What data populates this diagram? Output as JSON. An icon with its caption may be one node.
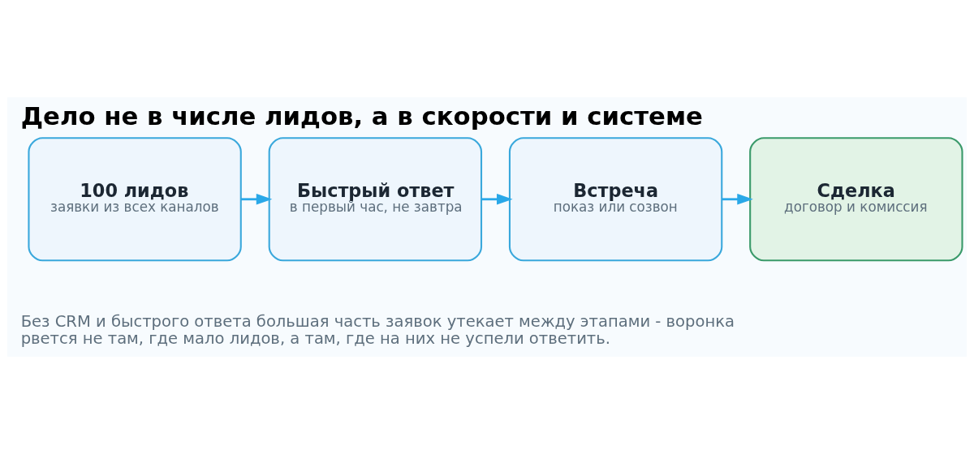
{
  "diagram": {
    "title": "Дело не в числе лидов, а в скорости и системе",
    "caption": "Без CRM и быстрого ответа большая часть заявок утекает между этапами - воронка рвется не там, где мало лидов, а там, где на них не успели ответить.",
    "nodes": [
      {
        "text": [
          "100 лидов",
          "заявки из всех каналов"
        ]
      },
      {
        "text": [
          "Быстрый ответ",
          "в первый час, не завтра"
        ]
      },
      {
        "text": [
          "Встреча",
          "показ или созвон"
        ]
      },
      {
        "text": [
          "Сделка",
          "договор и комиссия"
        ]
      }
    ],
    "edges": [
      {
        "from": 0,
        "to": 1,
        "arrow": "to"
      },
      {
        "from": 1,
        "to": 2,
        "arrow": "to"
      },
      {
        "from": 2,
        "to": 3,
        "arrow": "to"
      }
    ]
  }
}
